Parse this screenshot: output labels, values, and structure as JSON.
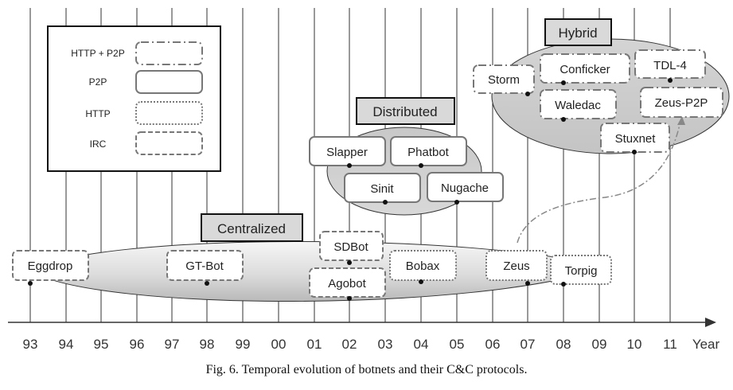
{
  "timeline": {
    "ticks": [
      "93",
      "94",
      "95",
      "96",
      "97",
      "98",
      "99",
      "00",
      "01",
      "02",
      "03",
      "04",
      "05",
      "06",
      "07",
      "08",
      "09",
      "10",
      "11"
    ],
    "axis_label": "Year"
  },
  "legend": {
    "items": [
      {
        "label": "HTTP + P2P",
        "style": "http-p2p"
      },
      {
        "label": "P2P",
        "style": "p2p"
      },
      {
        "label": "HTTP",
        "style": "http"
      },
      {
        "label": "IRC",
        "style": "irc"
      }
    ]
  },
  "groups": {
    "centralized": "Centralized",
    "distributed": "Distributed",
    "hybrid": "Hybrid"
  },
  "botnets": {
    "eggdrop": "Eggdrop",
    "gtbot": "GT-Bot",
    "sdbot": "SDBot",
    "agobot": "Agobot",
    "bobax": "Bobax",
    "zeus": "Zeus",
    "torpig": "Torpig",
    "slapper": "Slapper",
    "phatbot": "Phatbot",
    "sinit": "Sinit",
    "nugache": "Nugache",
    "storm": "Storm",
    "conficker": "Conficker",
    "waledac": "Waledac",
    "tdl4": "TDL-4",
    "zeusp2p": "Zeus-P2P",
    "stuxnet": "Stuxnet"
  },
  "caption": "Fig. 6.   Temporal evolution of botnets and their C&C protocols."
}
